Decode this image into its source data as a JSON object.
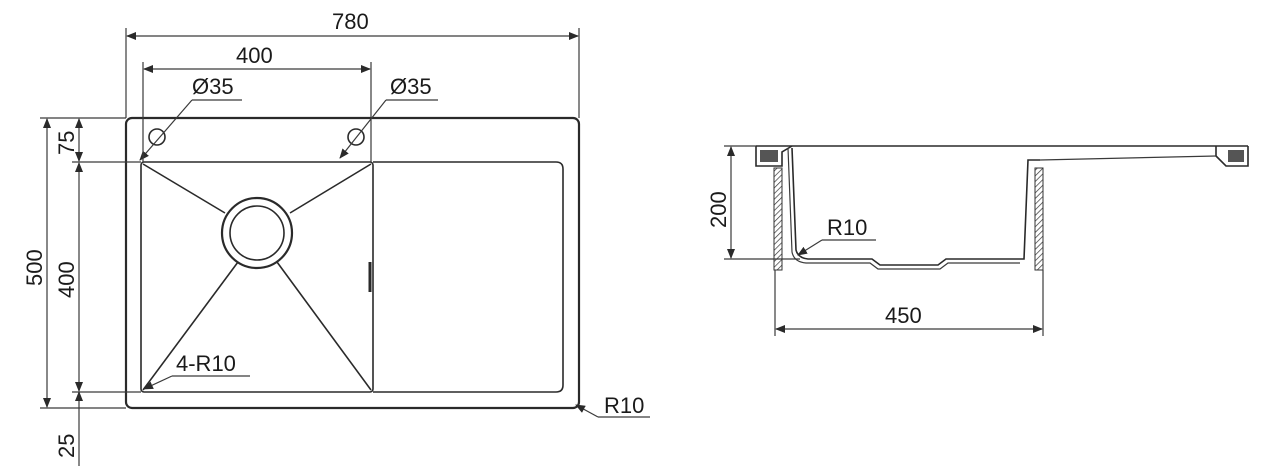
{
  "top_view": {
    "overall_width": "780",
    "tap_hole_spacing": "400",
    "tap_hole_left_dia": "Ø35",
    "tap_hole_right_dia": "Ø35",
    "overall_depth": "500",
    "bowl_depth": "400",
    "back_margin": "75",
    "front_margin": "25",
    "bowl_corner_radius": "4-R10",
    "outer_corner_radius": "R10"
  },
  "section_view": {
    "bowl_height": "200",
    "bottom_radius": "R10",
    "bowl_width": "450"
  }
}
